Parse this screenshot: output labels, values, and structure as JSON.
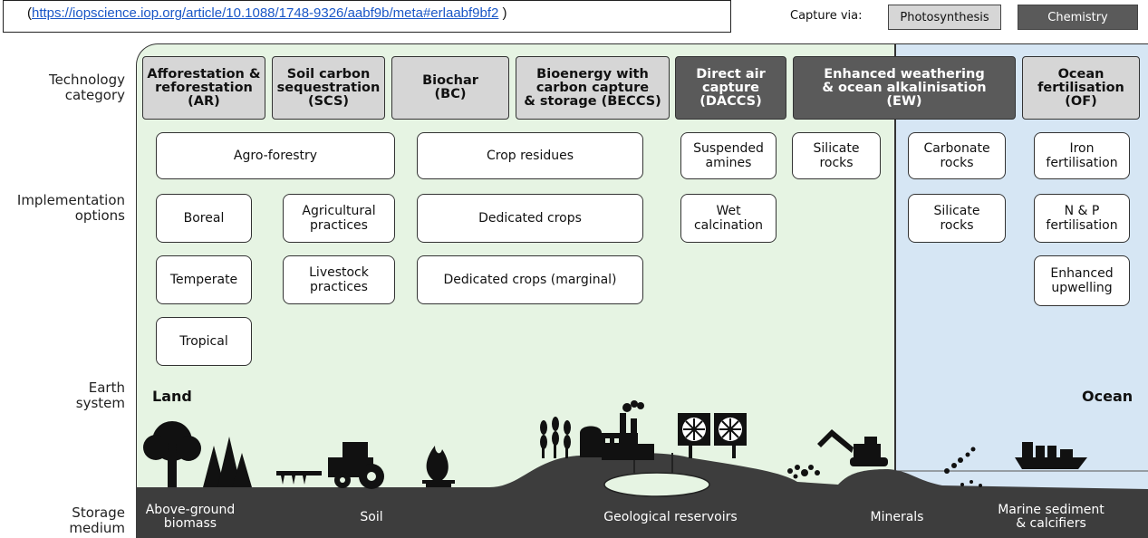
{
  "source": {
    "open": "(",
    "url": "https://iopscience.iop.org/article/10.1088/1748-9326/aabf9b/meta#erlaabf9bf2",
    "close": " )"
  },
  "capture": {
    "label": "Capture via:",
    "photosynthesis": "Photosynthesis",
    "chemistry": "Chemistry"
  },
  "row_labels": {
    "technology": "Technology\ncategory",
    "implementation": "Implementation\noptions",
    "earth": "Earth\nsystem",
    "storage": "Storage\nmedium"
  },
  "technologies": [
    {
      "name": "Afforestation &\nreforestation\n(AR)",
      "capture": "photosynthesis"
    },
    {
      "name": "Soil carbon\nsequestration\n(SCS)",
      "capture": "photosynthesis"
    },
    {
      "name": "Biochar\n(BC)",
      "capture": "photosynthesis"
    },
    {
      "name": "Bioenergy with\ncarbon capture\n& storage (BECCS)",
      "capture": "photosynthesis"
    },
    {
      "name": "Direct air\ncapture\n(DACCS)",
      "capture": "chemistry"
    },
    {
      "name": "Enhanced weathering\n& ocean alkalinisation\n(EW)",
      "capture": "chemistry"
    },
    {
      "name": "Ocean\nfertilisation\n(OF)",
      "capture": "photosynthesis"
    }
  ],
  "options": {
    "agro_forestry": "Agro-forestry",
    "boreal": "Boreal",
    "temperate": "Temperate",
    "tropical": "Tropical",
    "agricultural_practices": "Agricultural\npractices",
    "livestock_practices": "Livestock\npractices",
    "crop_residues": "Crop residues",
    "dedicated_crops": "Dedicated crops",
    "dedicated_crops_marginal": "Dedicated crops (marginal)",
    "suspended_amines": "Suspended\namines",
    "wet_calcination": "Wet\ncalcination",
    "silicate_rocks_land": "Silicate\nrocks",
    "carbonate_rocks": "Carbonate\nrocks",
    "silicate_rocks_ocean": "Silicate\nrocks",
    "iron_fertilisation": "Iron\nfertilisation",
    "np_fertilisation": "N & P\nfertilisation",
    "enhanced_upwelling": "Enhanced\nupwelling"
  },
  "regions": {
    "land": "Land",
    "ocean": "Ocean"
  },
  "storage": {
    "above_ground_biomass": "Above-ground\nbiomass",
    "soil": "Soil",
    "geological_reservoirs": "Geological reservoirs",
    "minerals": "Minerals",
    "marine_sediment": "Marine sediment\n& calcifiers"
  },
  "colors": {
    "land_bg": "#e6f4e3",
    "ocean_bg": "#d6e6f4",
    "photosynthesis_box": "#d6d6d6",
    "chemistry_box": "#5a5a5a",
    "ground": "#3d3d3d",
    "link": "#1a57c7"
  }
}
